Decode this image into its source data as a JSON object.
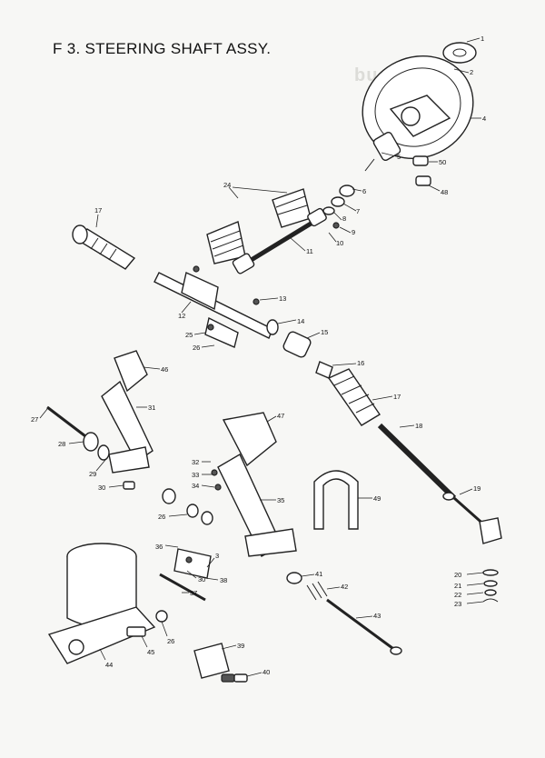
{
  "title": "F 3.  STEERING SHAFT ASSY.",
  "watermark_text": "buggy on",
  "callout_numbers": [
    "1",
    "2",
    "3",
    "4",
    "5",
    "6",
    "7",
    "8",
    "9",
    "10",
    "11",
    "12",
    "13",
    "14",
    "15",
    "16",
    "17",
    "18",
    "19",
    "20",
    "21",
    "22",
    "23",
    "24",
    "25",
    "26",
    "27",
    "28",
    "29",
    "30",
    "31",
    "32",
    "33",
    "34",
    "35",
    "36",
    "37",
    "38",
    "39",
    "40",
    "41",
    "42",
    "43",
    "44",
    "45",
    "46",
    "47",
    "48",
    "49",
    "50"
  ],
  "colors": {
    "ink": "#222222",
    "paper": "#f7f7f5"
  }
}
